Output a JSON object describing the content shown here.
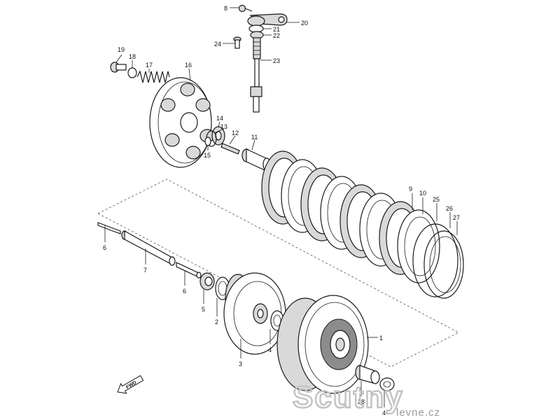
{
  "diagram": {
    "labels": [
      {
        "id": "8",
        "text": "8"
      },
      {
        "id": "20",
        "text": "20"
      },
      {
        "id": "21",
        "text": "21"
      },
      {
        "id": "22",
        "text": "22"
      },
      {
        "id": "24",
        "text": "24"
      },
      {
        "id": "23",
        "text": "23"
      },
      {
        "id": "19",
        "text": "19"
      },
      {
        "id": "18",
        "text": "18"
      },
      {
        "id": "17",
        "text": "17"
      },
      {
        "id": "16",
        "text": "16"
      },
      {
        "id": "14",
        "text": "14"
      },
      {
        "id": "13",
        "text": "13"
      },
      {
        "id": "12",
        "text": "12"
      },
      {
        "id": "11",
        "text": "11"
      },
      {
        "id": "15",
        "text": "15"
      },
      {
        "id": "9",
        "text": "9"
      },
      {
        "id": "10",
        "text": "10"
      },
      {
        "id": "25",
        "text": "25"
      },
      {
        "id": "26",
        "text": "26"
      },
      {
        "id": "27",
        "text": "27"
      },
      {
        "id": "6a",
        "text": "6"
      },
      {
        "id": "7",
        "text": "7"
      },
      {
        "id": "6b",
        "text": "6"
      },
      {
        "id": "5",
        "text": "5"
      },
      {
        "id": "2",
        "text": "2"
      },
      {
        "id": "4a",
        "text": "4"
      },
      {
        "id": "3",
        "text": "3"
      },
      {
        "id": "1",
        "text": "1"
      },
      {
        "id": "28",
        "text": "28"
      },
      {
        "id": "4b",
        "text": "4"
      }
    ],
    "fwd_label": "FWD",
    "watermark": {
      "brand": "Scutny",
      "domain": "levne.cz"
    }
  }
}
